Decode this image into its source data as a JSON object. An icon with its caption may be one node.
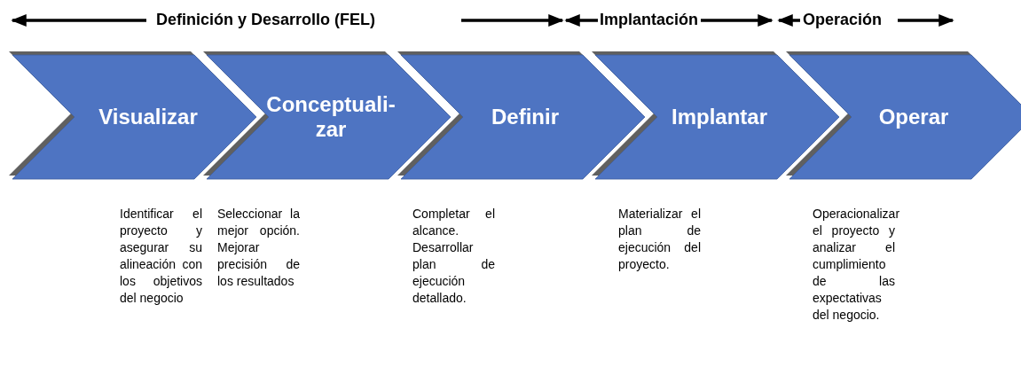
{
  "diagram": {
    "nodes": [
      {
        "text": [
          "Visualizar"
        ],
        "beside": [
          "Identificar el proyecto y asegurar su alineación con los objetivos del negocio"
        ]
      },
      {
        "text": [
          "Conceptuali- zar"
        ],
        "beside": [
          "Seleccionar la mejor opción. Mejorar precisión de los resultados"
        ]
      },
      {
        "text": [
          "Definir"
        ],
        "beside": [
          "Completar el alcance. Desarrollar plan de ejecución detallado."
        ]
      },
      {
        "text": [
          "Implantar"
        ],
        "beside": [
          "Materializar el plan de ejecución del proyecto."
        ]
      },
      {
        "text": [
          "Operar"
        ],
        "beside": [
          "Operacionalizar el proyecto y analizar el cumplimiento de las expectativas del negocio."
        ]
      }
    ],
    "labels": [
      "Definición y Desarrollo (FEL)",
      "Implantación",
      "Operación"
    ]
  }
}
